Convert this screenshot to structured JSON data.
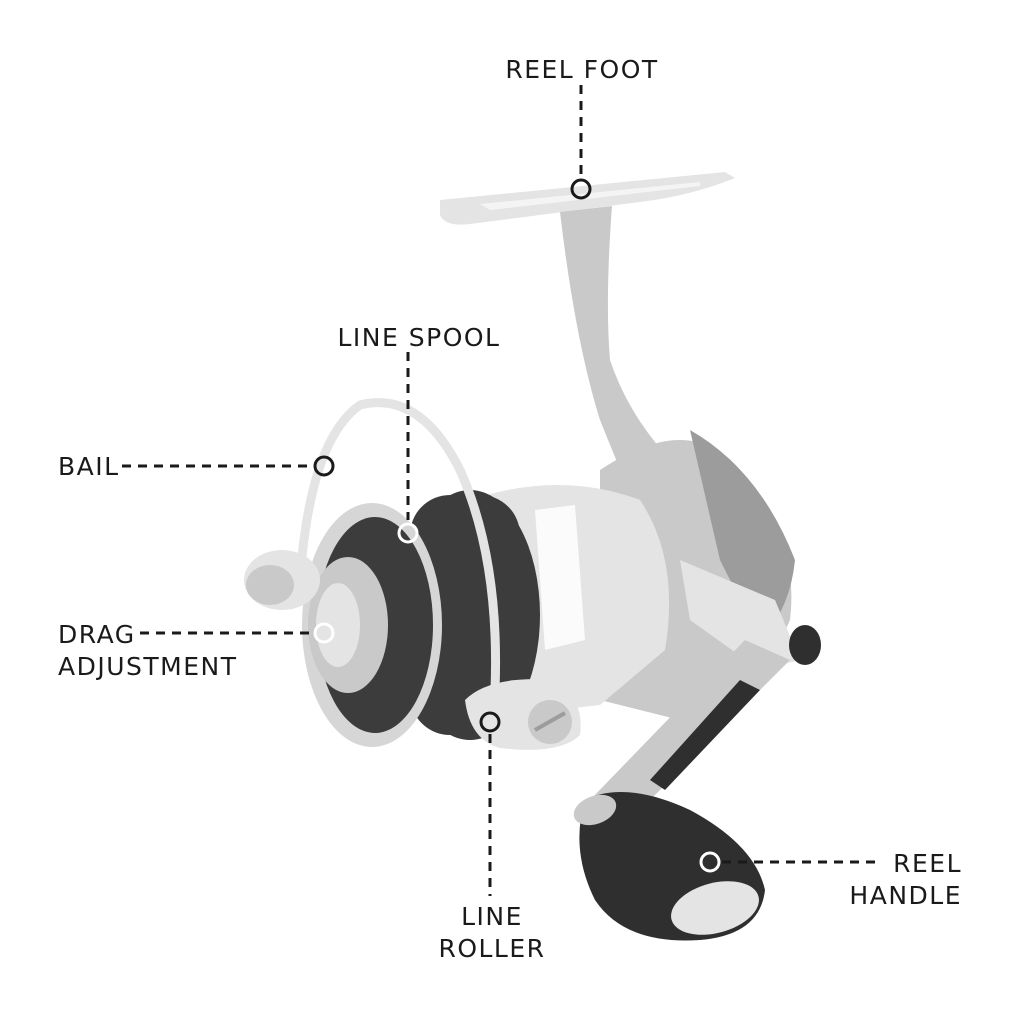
{
  "colors": {
    "ink": "#1a1a1a",
    "metal_light": "#e4e4e4",
    "metal_mid": "#c9c9c9",
    "metal_dark": "#9c9c9c",
    "spool_dark": "#3c3c3c",
    "spool_rim": "#d6d6d6",
    "knob": "#2f2f2f",
    "marker_on_light": "#1a1a1a",
    "marker_on_dark": "#ffffff"
  },
  "labels": {
    "reel_foot": "REEL FOOT",
    "line_spool": "LINE SPOOL",
    "bail": "BAIL",
    "drag_adjustment": [
      "DRAG",
      "ADJUSTMENT"
    ],
    "line_roller": [
      "LINE",
      "ROLLER"
    ],
    "reel_handle": [
      "REEL",
      "HANDLE"
    ]
  }
}
